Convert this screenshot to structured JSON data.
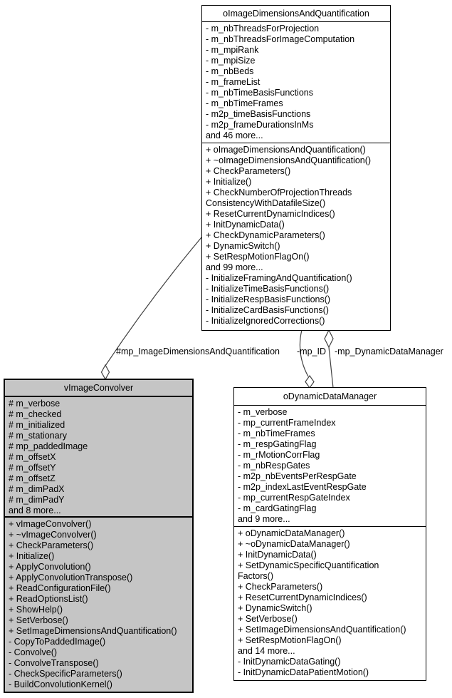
{
  "classes": [
    {
      "name": "oImageDimensionsAndQuantification",
      "attributes": [
        "- m_nbThreadsForProjection",
        "- m_nbThreadsForImageComputation",
        "- m_mpiRank",
        "- m_mpiSize",
        "- m_nbBeds",
        "- m_frameList",
        "- m_nbTimeBasisFunctions",
        "- m_nbTimeFrames",
        "- m2p_timeBasisFunctions",
        "- m2p_frameDurationsInMs",
        "and 46 more..."
      ],
      "methods": [
        "+ oImageDimensionsAndQuantification()",
        "+ ~oImageDimensionsAndQuantification()",
        "+ CheckParameters()",
        "+ Initialize()",
        "+ CheckNumberOfProjectionThreads",
        "ConsistencyWithDatafileSize()",
        "+ ResetCurrentDynamicIndices()",
        "+ InitDynamicData()",
        "+ CheckDynamicParameters()",
        "+ DynamicSwitch()",
        "+ SetRespMotionFlagOn()",
        "and 99 more...",
        "- InitializeFramingAndQuantification()",
        "- InitializeTimeBasisFunctions()",
        "- InitializeRespBasisFunctions()",
        "- InitializeCardBasisFunctions()",
        "- InitializeIgnoredCorrections()"
      ]
    },
    {
      "name": "vImageConvolver",
      "attributes": [
        "# m_verbose",
        "# m_checked",
        "# m_initialized",
        "# m_stationary",
        "# mp_paddedImage",
        "# m_offsetX",
        "# m_offsetY",
        "# m_offsetZ",
        "# m_dimPadX",
        "# m_dimPadY",
        "and 8 more..."
      ],
      "methods": [
        "+ vImageConvolver()",
        "+ ~vImageConvolver()",
        "+ CheckParameters()",
        "+ Initialize()",
        "+ ApplyConvolution()",
        "+ ApplyConvolutionTranspose()",
        "+ ReadConfigurationFile()",
        "+ ReadOptionsList()",
        "+ ShowHelp()",
        "+ SetVerbose()",
        "+ SetImageDimensionsAndQuantification()",
        "- CopyToPaddedImage()",
        "- Convolve()",
        "- ConvolveTranspose()",
        "- CheckSpecificParameters()",
        "- BuildConvolutionKernel()"
      ]
    },
    {
      "name": "oDynamicDataManager",
      "attributes": [
        "- m_verbose",
        "- mp_currentFrameIndex",
        "- m_nbTimeFrames",
        "- m_respGatingFlag",
        "- m_rMotionCorrFlag",
        "- m_nbRespGates",
        "- m2p_nbEventsPerRespGate",
        "- m2p_indexLastEventRespGate",
        "- mp_currentRespGateIndex",
        "- m_cardGatingFlag",
        "and 9 more..."
      ],
      "methods": [
        "+ oDynamicDataManager()",
        "+ ~oDynamicDataManager()",
        "+ InitDynamicData()",
        "+ SetDynamicSpecificQuantification",
        "Factors()",
        "+ CheckParameters()",
        "+ ResetCurrentDynamicIndices()",
        "+ DynamicSwitch()",
        "+ SetVerbose()",
        "+ SetImageDimensionsAndQuantification()",
        "+ SetRespMotionFlagOn()",
        "and 14 more...",
        "- InitDynamicDataGating()",
        "- InitDynamicDataPatientMotion()"
      ]
    }
  ],
  "edges": [
    {
      "label": "#mp_ImageDimensionsAndQuantification",
      "type": "aggregation",
      "diamond_at": "vImageConvolver",
      "connects": [
        "oImageDimensionsAndQuantification",
        "vImageConvolver"
      ]
    },
    {
      "label": "-mp_ID",
      "type": "aggregation",
      "diamond_at": "oDynamicDataManager",
      "connects": [
        "oImageDimensionsAndQuantification",
        "oDynamicDataManager"
      ]
    },
    {
      "label": "-mp_DynamicDataManager",
      "type": "aggregation",
      "diamond_at": "oImageDimensionsAndQuantification",
      "connects": [
        "oImageDimensionsAndQuantification",
        "oDynamicDataManager"
      ]
    }
  ],
  "colors": {
    "background": "#ffffff",
    "node_fill": "#ffffff",
    "highlight_fill": "#c5c5c5",
    "border": "#000000",
    "edge": "#404040"
  }
}
